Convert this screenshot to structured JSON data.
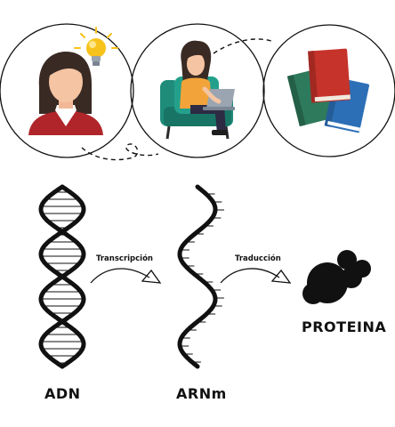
{
  "top_row": {
    "panels": [
      {
        "icon": "woman-with-lightbulb-icon"
      },
      {
        "icon": "woman-with-laptop-in-armchair-icon"
      },
      {
        "icon": "books-stack-icon"
      }
    ]
  },
  "flow": {
    "dna_label": "ADN",
    "transcription_label": "Transcripción",
    "mrna_label": "ARNm",
    "translation_label": "Traducción",
    "protein_label": "PROTEINA"
  },
  "colors": {
    "line": "#111111",
    "shirt_red": "#b0252a",
    "skin": "#f5c5a3",
    "hair": "#3a2a24",
    "bulb_yellow": "#f7c21b",
    "chair_teal": "#1f8c7a",
    "book_red": "#c5332b",
    "book_green": "#2e7a5c",
    "book_blue": "#2c6fb7"
  }
}
